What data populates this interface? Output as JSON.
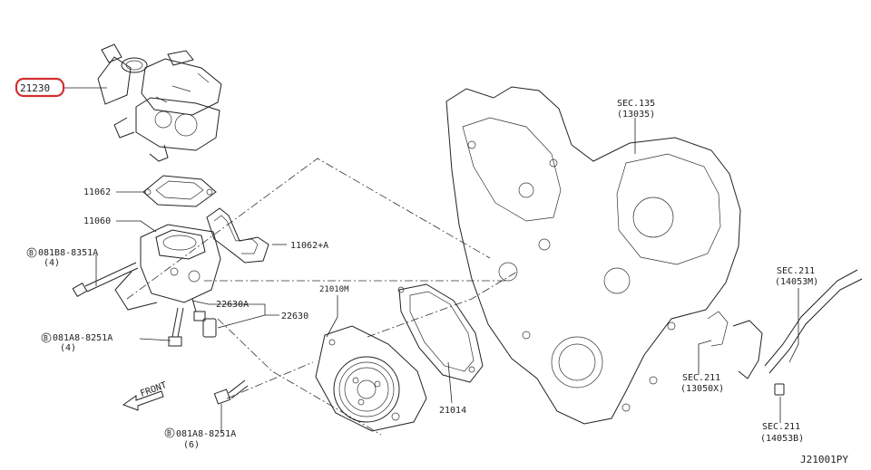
{
  "diagram": {
    "highlight_color": "#d32f2f",
    "part_labels": {
      "thermostat_housing": "21230",
      "gasket_upper": "11062",
      "water_inlet": "11060",
      "gasket_side": "11062+A",
      "bolt_1": "081B8-8351A",
      "bolt_1_qty": "(4)",
      "sensor_group": "22630A",
      "sensor": "22630",
      "bolt_2": "081A8-8251A",
      "bolt_2_qty": "(4)",
      "pump_assy": "21010M",
      "pump_gasket": "21014",
      "bolt_3": "081A8-8251A",
      "bolt_3_qty": "(6)",
      "sec135": "SEC.135",
      "sec135_ref": "(13035)",
      "sec211_a": "SEC.211",
      "sec211_a_ref": "(14053M)",
      "sec211_b": "SEC.211",
      "sec211_b_ref": "(13050X)",
      "sec211_c": "SEC.211",
      "sec211_c_ref": "(14053B)",
      "bolt_marker": "B",
      "front": "FRONT",
      "drawing_code": "J21001PY"
    }
  }
}
